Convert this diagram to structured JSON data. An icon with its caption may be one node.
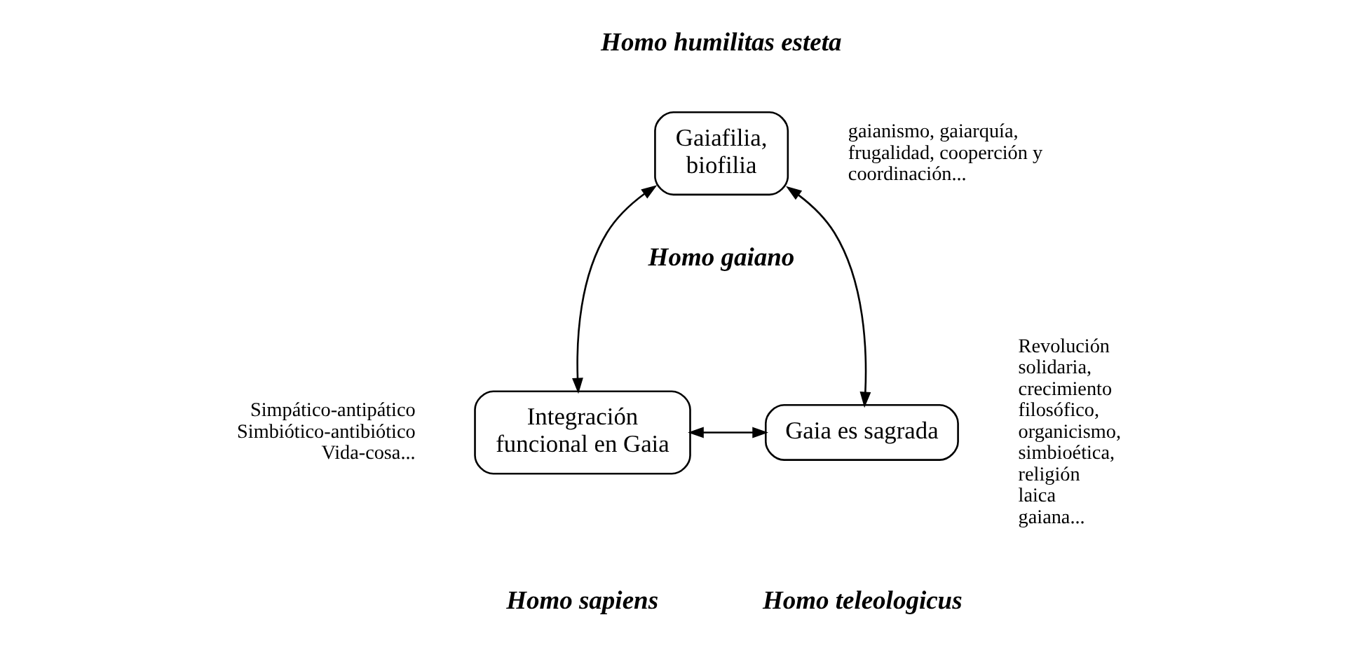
{
  "diagram": {
    "nodes": [
      {
        "text": [
          "Gaiafilia, biofilia"
        ],
        "beside": [
          "gaianismo, gaiarquía, frugalidad, cooperción y coordinación..."
        ]
      },
      {
        "text": [
          "Integración funcional en Gaia"
        ],
        "beside": [
          "Simpático-antipático Simbiótico-antibiótico Vida-cosa..."
        ]
      },
      {
        "text": [
          "Gaia es sagrada"
        ],
        "beside": [
          "Revolución solidaria, crecimiento filosófico, organicismo, simbioética, religión laica gaiana..."
        ]
      }
    ],
    "edges": [
      {
        "from": 0,
        "to": 1,
        "arrow": "both"
      },
      {
        "from": 0,
        "to": 2,
        "arrow": "both"
      },
      {
        "from": 1,
        "to": 2,
        "arrow": "both"
      }
    ],
    "labels": [
      "Homo humilitas esteta",
      "Homo gaiano",
      "Homo sapiens",
      "Homo teleologicus"
    ]
  }
}
